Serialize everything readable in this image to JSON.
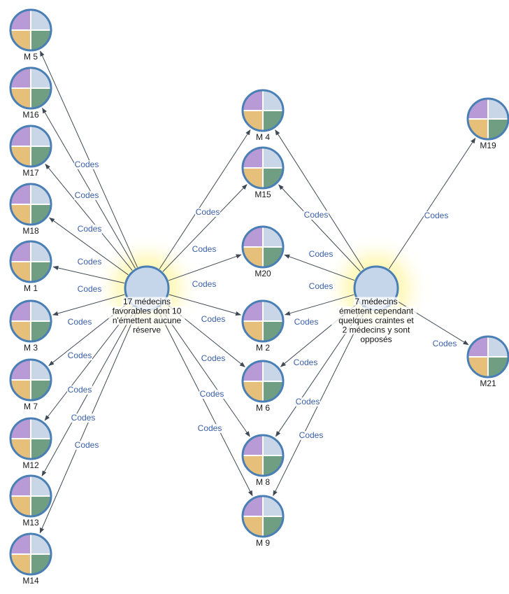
{
  "colors": {
    "ring": "#4a7fb5",
    "hub_fill": "#c6d6ea",
    "quad_top_left": "#b79ad6",
    "quad_top_right": "#c9d6e8",
    "quad_bottom_left": "#e6c07a",
    "quad_bottom_right": "#6f9e82",
    "glow": "#fff27a",
    "edge": "#3f4a55",
    "edge_label": "#3a5fa8"
  },
  "hubs": [
    {
      "id": "h1",
      "lines": [
        "17 médecins",
        "favorables dont 10",
        "n'émettent aucune",
        "réserve"
      ]
    },
    {
      "id": "h2",
      "lines": [
        "7 médecins",
        "émettent cependant",
        "quelques craintes et",
        "2 médecins y sont",
        "opposés"
      ]
    }
  ],
  "nodes": [
    {
      "id": "M5",
      "label": "M 5"
    },
    {
      "id": "M16",
      "label": "M16"
    },
    {
      "id": "M17",
      "label": "M17"
    },
    {
      "id": "M18",
      "label": "M18"
    },
    {
      "id": "M1",
      "label": "M 1"
    },
    {
      "id": "M3",
      "label": "M 3"
    },
    {
      "id": "M7",
      "label": "M 7"
    },
    {
      "id": "M12",
      "label": "M12"
    },
    {
      "id": "M13",
      "label": "M13"
    },
    {
      "id": "M14",
      "label": "M14"
    },
    {
      "id": "M4",
      "label": "M 4"
    },
    {
      "id": "M15",
      "label": "M15"
    },
    {
      "id": "M20",
      "label": "M20"
    },
    {
      "id": "M2",
      "label": "M 2"
    },
    {
      "id": "M6",
      "label": "M 6"
    },
    {
      "id": "M8",
      "label": "M 8"
    },
    {
      "id": "M9",
      "label": "M 9"
    },
    {
      "id": "M19",
      "label": "M19"
    },
    {
      "id": "M21",
      "label": "M21"
    }
  ],
  "edges": [
    {
      "from": "h1",
      "to": "M5",
      "label": "Codes"
    },
    {
      "from": "h1",
      "to": "M16",
      "label": "Codes"
    },
    {
      "from": "h1",
      "to": "M17",
      "label": "Codes"
    },
    {
      "from": "h1",
      "to": "M18",
      "label": "Codes"
    },
    {
      "from": "h1",
      "to": "M1",
      "label": "Codes"
    },
    {
      "from": "h1",
      "to": "M3",
      "label": "Codes"
    },
    {
      "from": "h1",
      "to": "M7",
      "label": "Codes"
    },
    {
      "from": "h1",
      "to": "M12",
      "label": "Codes"
    },
    {
      "from": "h1",
      "to": "M13",
      "label": "Codes"
    },
    {
      "from": "h1",
      "to": "M14",
      "label": "Codes"
    },
    {
      "from": "h1",
      "to": "M4",
      "label": "Codes"
    },
    {
      "from": "h1",
      "to": "M15",
      "label": "Codes"
    },
    {
      "from": "h1",
      "to": "M20",
      "label": "Codes"
    },
    {
      "from": "h1",
      "to": "M2",
      "label": "Codes"
    },
    {
      "from": "h1",
      "to": "M6",
      "label": "Codes"
    },
    {
      "from": "h1",
      "to": "M8",
      "label": "Codes"
    },
    {
      "from": "h1",
      "to": "M9",
      "label": "Codes"
    },
    {
      "from": "h2",
      "to": "M4",
      "label": "Codes"
    },
    {
      "from": "h2",
      "to": "M15",
      "label": "Codes"
    },
    {
      "from": "h2",
      "to": "M20",
      "label": "Codes"
    },
    {
      "from": "h2",
      "to": "M2",
      "label": "Codes"
    },
    {
      "from": "h2",
      "to": "M6",
      "label": "Codes"
    },
    {
      "from": "h2",
      "to": "M8",
      "label": "Codes"
    },
    {
      "from": "h2",
      "to": "M9",
      "label": "Codes"
    },
    {
      "from": "h2",
      "to": "M19",
      "label": "Codes"
    },
    {
      "from": "h2",
      "to": "M21",
      "label": "Codes"
    }
  ]
}
